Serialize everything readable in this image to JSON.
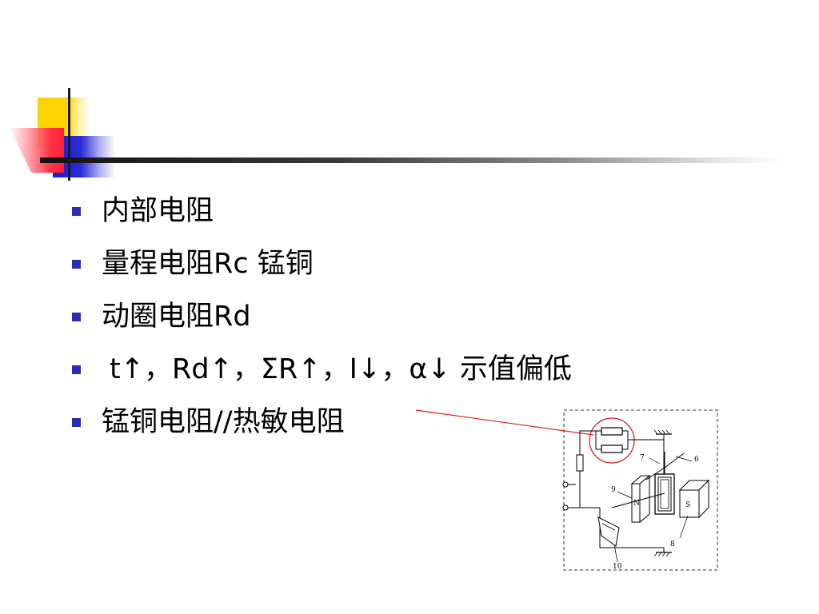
{
  "slide": {
    "bullets": [
      {
        "text": "内部电阻"
      },
      {
        "text": "量程电阻Rc  锰铜"
      },
      {
        "text": "动圈电阻Rd"
      },
      {
        "text": "t↑，Rd↑，ΣR↑，I↓，α↓  示值偏低"
      },
      {
        "text": "锰铜电阻//热敏电阻"
      }
    ]
  },
  "figure": {
    "labels": {
      "n": "N",
      "s": "S",
      "l6": "6",
      "l7": "7",
      "l8": "8",
      "l9": "9",
      "l10": "10"
    }
  },
  "colors": {
    "bullet_marker": "#2b2bb8",
    "accent_yellow": "#ffd400",
    "accent_blue": "#1d1dd0",
    "accent_red": "#ff2035",
    "callout": "#e02020"
  }
}
